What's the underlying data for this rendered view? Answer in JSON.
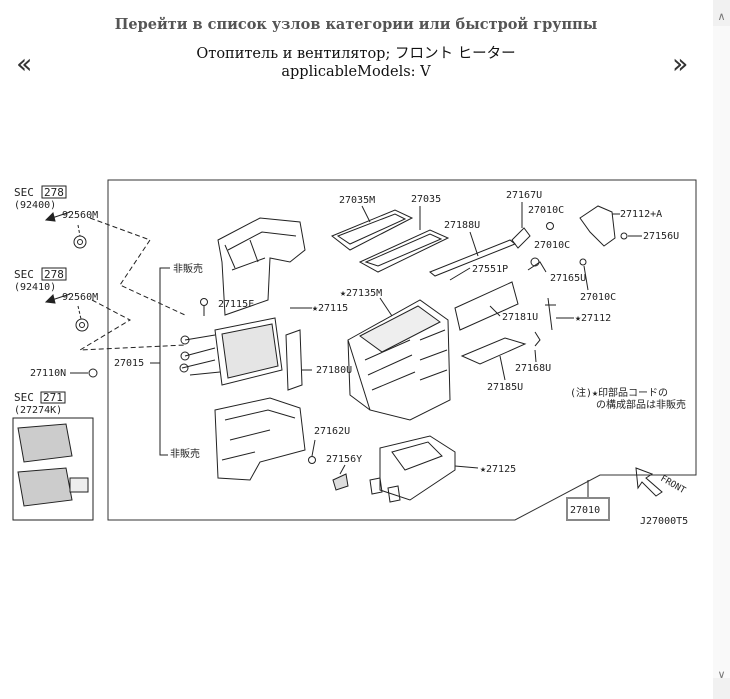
{
  "header": {
    "link_text": "Перейти в список узлов категории или быстрой группы",
    "title": "Отопитель и вентилятор; フロント ヒーター",
    "models": "applicableModels: V"
  },
  "nav": {
    "prev": "‹‹",
    "next": "››"
  },
  "scrollbar": {
    "up": "∧",
    "down": "∨"
  },
  "diagram": {
    "code": "J27000T5",
    "front": "FRONT",
    "sec_labels": [
      {
        "sec": "SEC",
        "num": "278",
        "sub": "(92400)"
      },
      {
        "sec": "SEC",
        "num": "278",
        "sub": "(92410)"
      },
      {
        "sec": "SEC",
        "num": "271",
        "sub": "(27274K)"
      }
    ],
    "parts": {
      "p92560m_a": "92560M",
      "p92560m_b": "92560M",
      "p27110n": "27110N",
      "p27015": "27015",
      "jp_top": "非販売",
      "jp_bottom": "非販売",
      "p27115f": "27115F",
      "p27115": "★27115",
      "p27180u": "27180U",
      "p27162u": "27162U",
      "p27156y": "27156Y",
      "p27125": "★27125",
      "p27035m": "27035M",
      "p27035": "27035",
      "p27188u": "27188U",
      "p27135m": "★27135M",
      "p27551p": "27551P",
      "p27181u": "27181U",
      "p27185u": "27185U",
      "p27168u": "27168U",
      "p27167u": "27167U",
      "p27010c_a": "27010C",
      "p27010c_b": "27010C",
      "p27010c_c": "27010C",
      "p27165u": "27165U",
      "p27112a": "27112+A",
      "p27156u": "27156U",
      "p27112": "★27112",
      "p27010": "27010",
      "note_line1": "(注)★印部品コードの",
      "note_line2": "の構成部品は非販売"
    }
  }
}
